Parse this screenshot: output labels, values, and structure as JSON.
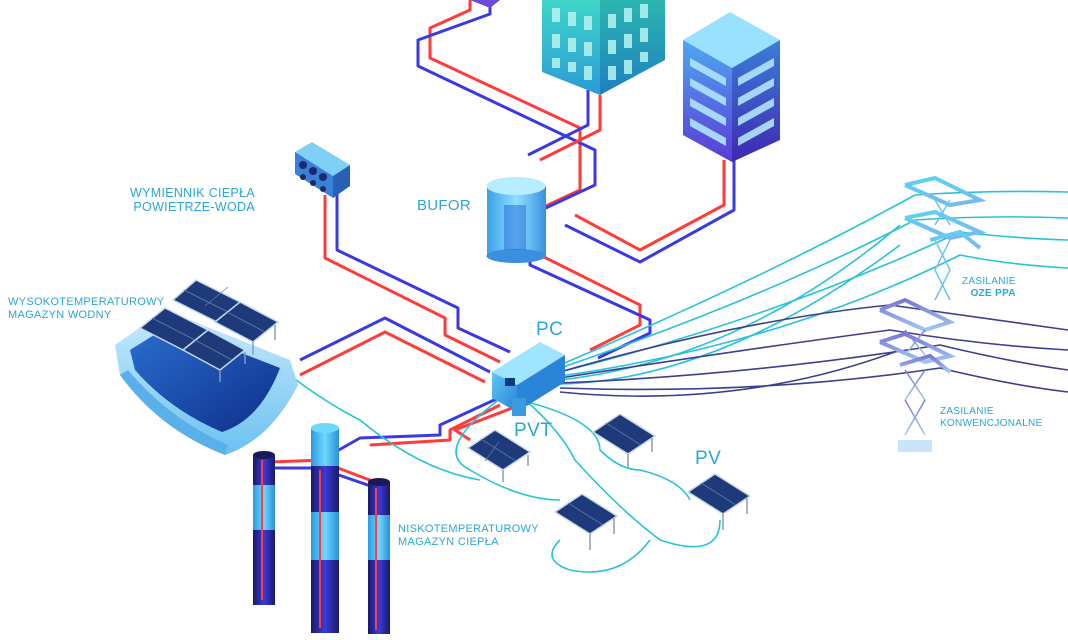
{
  "labels": {
    "heat_exchanger": [
      "WYMIENNIK CIEPŁA",
      "POWIETRZE-WODA"
    ],
    "buffer": "BUFOR",
    "high_temp_storage": [
      "WYSOKOTEMPERATUROWY",
      "MAGAZYN WODNY"
    ],
    "heat_pump": "PC",
    "pvt": "PVT",
    "pv": "PV",
    "low_temp_storage": [
      "NISKOTEMPERATUROWY",
      "MAGAZYN CIEPŁA"
    ],
    "supply_ppa": [
      "ZASILANIE",
      "OZE PPA"
    ],
    "supply_conventional": [
      "ZASILANIE",
      "KONWENCJONALNE"
    ]
  },
  "colors": {
    "label": "#2aa6d8",
    "pipe_hot": "#ff3b3b",
    "pipe_cold": "#3a3ae0",
    "cable_ppa": "#28c3d8",
    "cable_conv": "#3b3f8f"
  }
}
